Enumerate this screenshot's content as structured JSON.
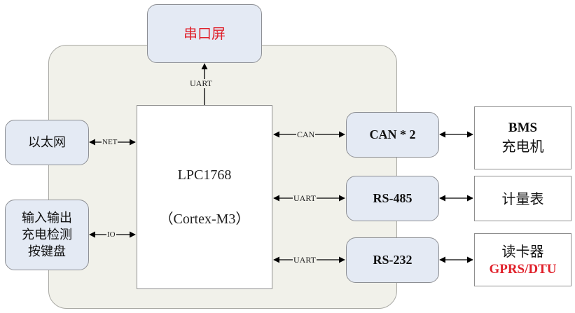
{
  "diagram": {
    "type": "block-diagram",
    "colors": {
      "accent_text": "#e0202a",
      "container_fill": "#f1f1ea",
      "module_fill": "#e4eaf4",
      "line": "#000000"
    },
    "container": {
      "label": ""
    },
    "mcu": {
      "name": "LPC1768",
      "core": "（Cortex-M3）"
    },
    "top": {
      "display": "串口屏",
      "link_label": "UART"
    },
    "left": [
      {
        "name": "以太网",
        "lines": [
          "以太网"
        ],
        "link_label": "NET"
      },
      {
        "name": "输入输出充电检测按键盘",
        "lines": [
          "输入输出",
          "充电检测",
          "按键盘"
        ],
        "link_label": "IO"
      }
    ],
    "interfaces": [
      {
        "name": "CAN * 2",
        "link_label": "CAN"
      },
      {
        "name": "RS-485",
        "link_label": "UART"
      },
      {
        "name": "RS-232",
        "link_label": "UART"
      }
    ],
    "devices": [
      {
        "line1": "BMS",
        "line2": "充电机"
      },
      {
        "line1": "计量表"
      },
      {
        "line1": "读卡器",
        "line2": "GPRS/DTU"
      }
    ]
  }
}
